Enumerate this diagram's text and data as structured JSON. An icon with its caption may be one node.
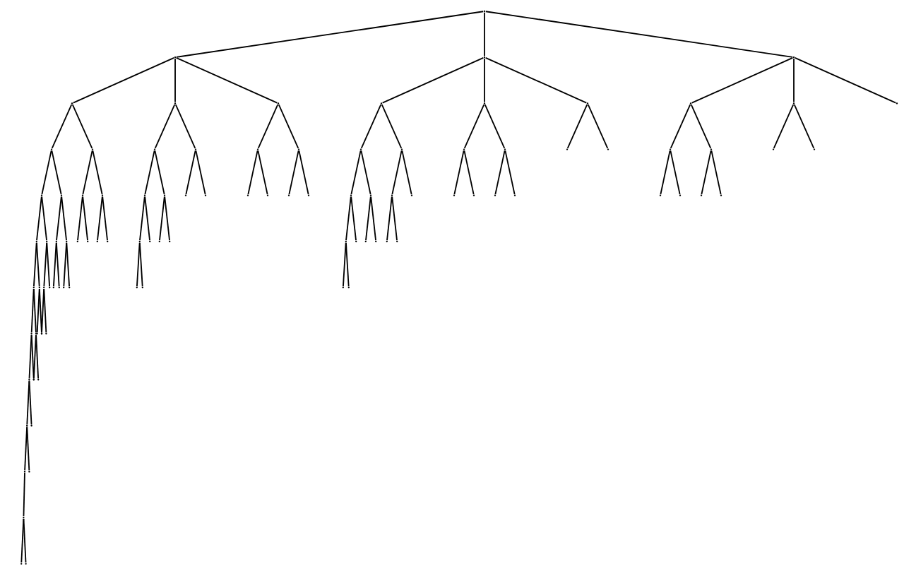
{
  "diagram": {
    "nodes": [
      {
        "text": [],
        "shape": "point"
      },
      {
        "text": [],
        "shape": "point"
      },
      {
        "text": [],
        "shape": "point"
      },
      {
        "text": [],
        "shape": "point"
      },
      {
        "text": [],
        "shape": "point"
      },
      {
        "text": [],
        "shape": "point"
      },
      {
        "text": [],
        "shape": "point"
      },
      {
        "text": [],
        "shape": "point"
      },
      {
        "text": [],
        "shape": "point"
      },
      {
        "text": [],
        "shape": "point"
      },
      {
        "text": [],
        "shape": "point"
      },
      {
        "text": [],
        "shape": "point"
      },
      {
        "text": [],
        "shape": "point"
      },
      {
        "text": [],
        "shape": "point"
      },
      {
        "text": [],
        "shape": "point"
      },
      {
        "text": [],
        "shape": "point"
      },
      {
        "text": [],
        "shape": "point"
      },
      {
        "text": [],
        "shape": "point"
      },
      {
        "text": [],
        "shape": "point"
      },
      {
        "text": [],
        "shape": "point"
      },
      {
        "text": [],
        "shape": "point"
      },
      {
        "text": [],
        "shape": "point"
      },
      {
        "text": [],
        "shape": "point"
      },
      {
        "text": [],
        "shape": "point"
      },
      {
        "text": [],
        "shape": "point"
      },
      {
        "text": [],
        "shape": "point"
      },
      {
        "text": [],
        "shape": "point"
      },
      {
        "text": [],
        "shape": "point"
      },
      {
        "text": [],
        "shape": "point"
      },
      {
        "text": [],
        "shape": "point"
      },
      {
        "text": [],
        "shape": "point"
      },
      {
        "text": [],
        "shape": "point"
      },
      {
        "text": [],
        "shape": "point"
      },
      {
        "text": [],
        "shape": "point"
      },
      {
        "text": [],
        "shape": "point"
      },
      {
        "text": [],
        "shape": "point"
      },
      {
        "text": [],
        "shape": "point"
      },
      {
        "text": [],
        "shape": "point"
      },
      {
        "text": [],
        "shape": "point"
      },
      {
        "text": [],
        "shape": "point"
      },
      {
        "text": [],
        "shape": "point"
      },
      {
        "text": [],
        "shape": "point"
      },
      {
        "text": [],
        "shape": "point"
      },
      {
        "text": [],
        "shape": "point"
      },
      {
        "text": [],
        "shape": "point"
      },
      {
        "text": [],
        "shape": "point"
      },
      {
        "text": [],
        "shape": "point"
      },
      {
        "text": [],
        "shape": "point"
      },
      {
        "text": [],
        "shape": "point"
      },
      {
        "text": [],
        "shape": "point"
      },
      {
        "text": [],
        "shape": "point"
      },
      {
        "text": [],
        "shape": "point"
      },
      {
        "text": [],
        "shape": "point"
      },
      {
        "text": [],
        "shape": "point"
      },
      {
        "text": [],
        "shape": "point"
      },
      {
        "text": [],
        "shape": "point"
      },
      {
        "text": [],
        "shape": "point"
      },
      {
        "text": [],
        "shape": "point"
      },
      {
        "text": [],
        "shape": "point"
      },
      {
        "text": [],
        "shape": "point"
      },
      {
        "text": [],
        "shape": "point"
      },
      {
        "text": [],
        "shape": "point"
      },
      {
        "text": [],
        "shape": "point"
      },
      {
        "text": [],
        "shape": "point"
      },
      {
        "text": [],
        "shape": "point"
      },
      {
        "text": [],
        "shape": "point"
      },
      {
        "text": [],
        "shape": "point"
      },
      {
        "text": [],
        "shape": "point"
      },
      {
        "text": [],
        "shape": "point"
      },
      {
        "text": [],
        "shape": "point"
      },
      {
        "text": [],
        "shape": "point"
      },
      {
        "text": [],
        "shape": "point"
      },
      {
        "text": [],
        "shape": "point"
      },
      {
        "text": [],
        "shape": "point"
      },
      {
        "text": [],
        "shape": "point"
      },
      {
        "text": [],
        "shape": "point"
      },
      {
        "text": [],
        "shape": "point"
      },
      {
        "text": [],
        "shape": "point"
      },
      {
        "text": [],
        "shape": "point"
      },
      {
        "text": [],
        "shape": "point"
      },
      {
        "text": [],
        "shape": "point"
      },
      {
        "text": [],
        "shape": "point"
      },
      {
        "text": [],
        "shape": "point"
      },
      {
        "text": [],
        "shape": "point"
      },
      {
        "text": [],
        "shape": "point"
      },
      {
        "text": [],
        "shape": "point"
      },
      {
        "text": [],
        "shape": "point"
      },
      {
        "text": [],
        "shape": "point"
      },
      {
        "text": [],
        "shape": "point"
      },
      {
        "text": [],
        "shape": "point"
      },
      {
        "text": [],
        "shape": "point"
      },
      {
        "text": [],
        "shape": "point"
      },
      {
        "text": [],
        "shape": "point"
      },
      {
        "text": [],
        "shape": "point"
      },
      {
        "text": [],
        "shape": "point"
      },
      {
        "text": [],
        "shape": "point"
      },
      {
        "text": [],
        "shape": "point"
      },
      {
        "text": [],
        "shape": "point"
      },
      {
        "text": [],
        "shape": "point"
      },
      {
        "text": [],
        "shape": "point"
      }
    ],
    "edges": [
      {
        "from": 0,
        "to": 1,
        "arrow": "none"
      },
      {
        "from": 1,
        "to": 2,
        "arrow": "none"
      },
      {
        "from": 2,
        "to": 3,
        "arrow": "none"
      },
      {
        "from": 3,
        "to": 4,
        "arrow": "none"
      },
      {
        "from": 4,
        "to": 5,
        "arrow": "none"
      },
      {
        "from": 5,
        "to": 6,
        "arrow": "none"
      },
      {
        "from": 6,
        "to": 7,
        "arrow": "none"
      },
      {
        "from": 7,
        "to": 8,
        "arrow": "none"
      },
      {
        "from": 8,
        "to": 9,
        "arrow": "none"
      },
      {
        "from": 9,
        "to": 10,
        "arrow": "none"
      },
      {
        "from": 10,
        "to": 11,
        "arrow": "none"
      },
      {
        "from": 11,
        "to": 12,
        "arrow": "none"
      },
      {
        "from": 11,
        "to": 13,
        "arrow": "none"
      },
      {
        "from": 9,
        "to": 14,
        "arrow": "none"
      },
      {
        "from": 8,
        "to": 15,
        "arrow": "none"
      },
      {
        "from": 7,
        "to": 16,
        "arrow": "none"
      },
      {
        "from": 6,
        "to": 17,
        "arrow": "none"
      },
      {
        "from": 17,
        "to": 18,
        "arrow": "none"
      },
      {
        "from": 17,
        "to": 19,
        "arrow": "none"
      },
      {
        "from": 5,
        "to": 20,
        "arrow": "none"
      },
      {
        "from": 20,
        "to": 21,
        "arrow": "none"
      },
      {
        "from": 20,
        "to": 22,
        "arrow": "none"
      },
      {
        "from": 4,
        "to": 23,
        "arrow": "none"
      },
      {
        "from": 23,
        "to": 24,
        "arrow": "none"
      },
      {
        "from": 24,
        "to": 25,
        "arrow": "none"
      },
      {
        "from": 24,
        "to": 26,
        "arrow": "none"
      },
      {
        "from": 23,
        "to": 27,
        "arrow": "none"
      },
      {
        "from": 3,
        "to": 28,
        "arrow": "none"
      },
      {
        "from": 28,
        "to": 29,
        "arrow": "none"
      },
      {
        "from": 29,
        "to": 30,
        "arrow": "none"
      },
      {
        "from": 29,
        "to": 31,
        "arrow": "none"
      },
      {
        "from": 28,
        "to": 32,
        "arrow": "none"
      },
      {
        "from": 32,
        "to": 33,
        "arrow": "none"
      },
      {
        "from": 32,
        "to": 34,
        "arrow": "none"
      },
      {
        "from": 2,
        "to": 35,
        "arrow": "none"
      },
      {
        "from": 35,
        "to": 36,
        "arrow": "none"
      },
      {
        "from": 36,
        "to": 37,
        "arrow": "none"
      },
      {
        "from": 36,
        "to": 38,
        "arrow": "none"
      },
      {
        "from": 35,
        "to": 39,
        "arrow": "none"
      },
      {
        "from": 39,
        "to": 40,
        "arrow": "none"
      },
      {
        "from": 39,
        "to": 41,
        "arrow": "none"
      },
      {
        "from": 1,
        "to": 42,
        "arrow": "none"
      },
      {
        "from": 42,
        "to": 43,
        "arrow": "none"
      },
      {
        "from": 43,
        "to": 44,
        "arrow": "none"
      },
      {
        "from": 44,
        "to": 45,
        "arrow": "none"
      },
      {
        "from": 45,
        "to": 46,
        "arrow": "none"
      },
      {
        "from": 45,
        "to": 47,
        "arrow": "none"
      },
      {
        "from": 44,
        "to": 48,
        "arrow": "none"
      },
      {
        "from": 43,
        "to": 49,
        "arrow": "none"
      },
      {
        "from": 49,
        "to": 50,
        "arrow": "none"
      },
      {
        "from": 49,
        "to": 51,
        "arrow": "none"
      },
      {
        "from": 42,
        "to": 52,
        "arrow": "none"
      },
      {
        "from": 52,
        "to": 53,
        "arrow": "none"
      },
      {
        "from": 52,
        "to": 54,
        "arrow": "none"
      },
      {
        "from": 1,
        "to": 55,
        "arrow": "none"
      },
      {
        "from": 55,
        "to": 56,
        "arrow": "none"
      },
      {
        "from": 56,
        "to": 57,
        "arrow": "none"
      },
      {
        "from": 56,
        "to": 58,
        "arrow": "none"
      },
      {
        "from": 55,
        "to": 59,
        "arrow": "none"
      },
      {
        "from": 59,
        "to": 60,
        "arrow": "none"
      },
      {
        "from": 59,
        "to": 61,
        "arrow": "none"
      },
      {
        "from": 0,
        "to": 62,
        "arrow": "none"
      },
      {
        "from": 62,
        "to": 63,
        "arrow": "none"
      },
      {
        "from": 63,
        "to": 64,
        "arrow": "none"
      },
      {
        "from": 64,
        "to": 65,
        "arrow": "none"
      },
      {
        "from": 65,
        "to": 66,
        "arrow": "none"
      },
      {
        "from": 66,
        "to": 67,
        "arrow": "none"
      },
      {
        "from": 66,
        "to": 68,
        "arrow": "none"
      },
      {
        "from": 65,
        "to": 69,
        "arrow": "none"
      },
      {
        "from": 64,
        "to": 70,
        "arrow": "none"
      },
      {
        "from": 70,
        "to": 71,
        "arrow": "none"
      },
      {
        "from": 70,
        "to": 72,
        "arrow": "none"
      },
      {
        "from": 63,
        "to": 73,
        "arrow": "none"
      },
      {
        "from": 73,
        "to": 74,
        "arrow": "none"
      },
      {
        "from": 74,
        "to": 75,
        "arrow": "none"
      },
      {
        "from": 74,
        "to": 76,
        "arrow": "none"
      },
      {
        "from": 73,
        "to": 77,
        "arrow": "none"
      },
      {
        "from": 62,
        "to": 78,
        "arrow": "none"
      },
      {
        "from": 78,
        "to": 79,
        "arrow": "none"
      },
      {
        "from": 79,
        "to": 80,
        "arrow": "none"
      },
      {
        "from": 79,
        "to": 81,
        "arrow": "none"
      },
      {
        "from": 78,
        "to": 82,
        "arrow": "none"
      },
      {
        "from": 82,
        "to": 83,
        "arrow": "none"
      },
      {
        "from": 82,
        "to": 84,
        "arrow": "none"
      },
      {
        "from": 62,
        "to": 85,
        "arrow": "none"
      },
      {
        "from": 85,
        "to": 86,
        "arrow": "none"
      },
      {
        "from": 85,
        "to": 87,
        "arrow": "none"
      },
      {
        "from": 0,
        "to": 88,
        "arrow": "none"
      },
      {
        "from": 88,
        "to": 89,
        "arrow": "none"
      },
      {
        "from": 89,
        "to": 90,
        "arrow": "none"
      },
      {
        "from": 90,
        "to": 91,
        "arrow": "none"
      },
      {
        "from": 90,
        "to": 92,
        "arrow": "none"
      },
      {
        "from": 89,
        "to": 93,
        "arrow": "none"
      },
      {
        "from": 93,
        "to": 94,
        "arrow": "none"
      },
      {
        "from": 93,
        "to": 95,
        "arrow": "none"
      },
      {
        "from": 88,
        "to": 96,
        "arrow": "none"
      },
      {
        "from": 96,
        "to": 97,
        "arrow": "none"
      },
      {
        "from": 96,
        "to": 98,
        "arrow": "none"
      },
      {
        "from": 88,
        "to": 99,
        "arrow": "none"
      }
    ]
  }
}
